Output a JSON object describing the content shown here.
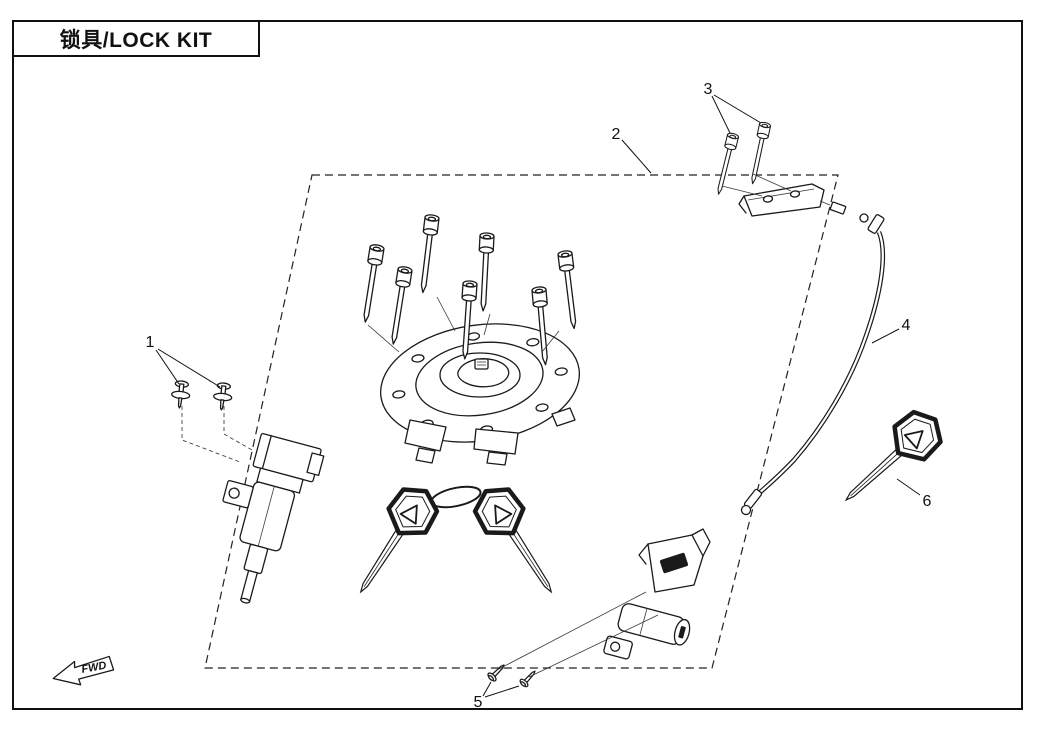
{
  "page": {
    "title": "锁具/LOCK KIT",
    "fwd_label": "FWD"
  },
  "callouts": [
    "1",
    "2",
    "3",
    "4",
    "5",
    "6"
  ],
  "colors": {
    "line": "#1a1a1a",
    "background": "#ffffff",
    "dashed_boundary": "#222222"
  }
}
